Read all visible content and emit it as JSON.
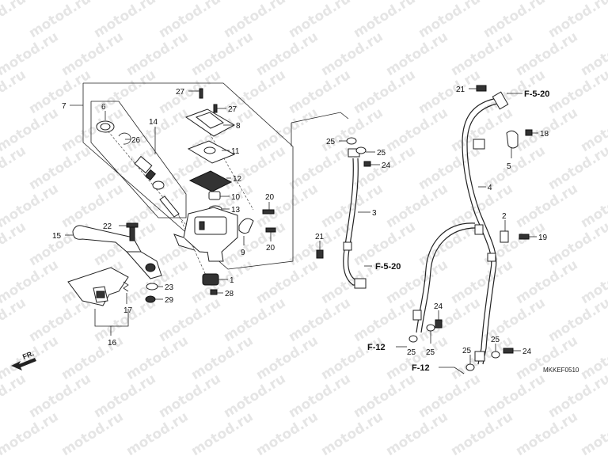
{
  "watermark": "motod.ru",
  "diagram_code": "MKKEF0510",
  "direction_label": "FR.",
  "references": {
    "f520": "F-5-20",
    "f12": "F-12"
  },
  "callouts": {
    "c1": "1",
    "c2": "2",
    "c3": "3",
    "c4": "4",
    "c5": "5",
    "c6": "6",
    "c7": "7",
    "c8": "8",
    "c9": "9",
    "c10": "10",
    "c11": "11",
    "c12": "12",
    "c13": "13",
    "c14": "14",
    "c15": "15",
    "c16": "16",
    "c17": "17",
    "c18": "18",
    "c19": "19",
    "c20": "20",
    "c21": "21",
    "c22": "22",
    "c23": "23",
    "c24": "24",
    "c25": "25",
    "c26": "26",
    "c27": "27",
    "c28": "28",
    "c29": "29"
  }
}
